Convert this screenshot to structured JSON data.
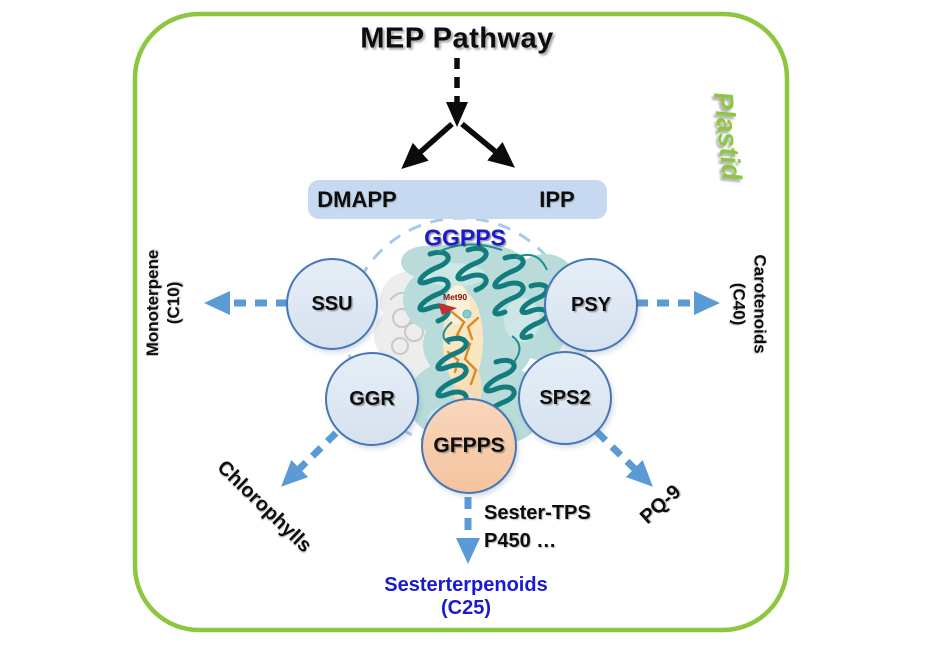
{
  "header": {
    "title": "MEP Pathway",
    "compartment": "Plastid"
  },
  "precursors": {
    "dmapp": "DMAPP",
    "ipp": "IPP"
  },
  "central_enzyme": {
    "label": "GGPPS",
    "residue": "Met90"
  },
  "nodes": [
    {
      "id": "ssu",
      "label": "SSU"
    },
    {
      "id": "psy",
      "label": "PSY"
    },
    {
      "id": "ggr",
      "label": "GGR"
    },
    {
      "id": "sps2",
      "label": "SPS2"
    },
    {
      "id": "gfpps",
      "label": "GFPPS"
    }
  ],
  "products": {
    "monoterpene_line1": "Monoterpene",
    "monoterpene_line2": "(C10)",
    "carotenoids_line1": "Carotenoids",
    "carotenoids_line2": "(C40)",
    "chlorophylls": "Chlorophylls",
    "pq9": "PQ-9",
    "sesterterpenoids_line1": "Sesterterpenoids",
    "sesterterpenoids_line2": "(C25)"
  },
  "downstream_enzymes": {
    "line1": "Sester-TPS",
    "line2": "P450 …"
  },
  "colors": {
    "border_green": "#8dc63f",
    "arrow_blue": "#5b9bd5",
    "ring_blue": "#a9c8ea",
    "node_fill": "#dde7f3",
    "node_border": "#4576b5",
    "gfpps_fill": "#f7cbac",
    "precursor_box_fill": "#c6d9f0",
    "label_blue": "#1a1ad1",
    "protein_teal": "#137c7d"
  }
}
